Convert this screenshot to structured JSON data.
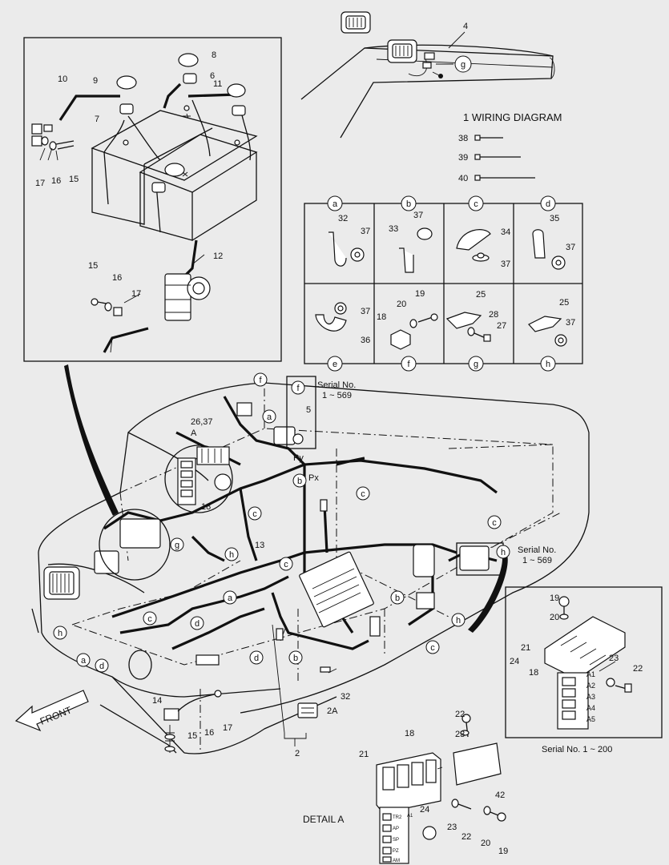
{
  "title": "1  WIRING DIAGRAM",
  "serial_labels": {
    "s1_label": "Serial No.",
    "s1_range": "1 ~ 569",
    "s2_label": "Serial No.",
    "s2_range": "1 ~ 569",
    "s3": "Serial No. 1 ~ 200"
  },
  "front_label": "FRONT",
  "detail_label": "DETAIL  A",
  "detail_letter": "A",
  "pins": {
    "py": "Py",
    "px": "Px"
  },
  "cable_ties": [
    "38",
    "39",
    "40"
  ],
  "detail_grid": [
    {
      "key": "a",
      "parts": [
        "32",
        "37"
      ]
    },
    {
      "key": "b",
      "parts": [
        "33",
        "37"
      ]
    },
    {
      "key": "c",
      "parts": [
        "34",
        "37"
      ]
    },
    {
      "key": "d",
      "parts": [
        "35",
        "37"
      ]
    },
    {
      "key": "e",
      "parts": [
        "37",
        "36"
      ]
    },
    {
      "key": "f",
      "parts": [
        "19",
        "20",
        "18"
      ]
    },
    {
      "key": "g",
      "parts": [
        "25",
        "28",
        "27"
      ]
    },
    {
      "key": "h",
      "parts": [
        "25",
        "37"
      ]
    }
  ],
  "battery_callouts": [
    "8",
    "6",
    "11",
    "10",
    "9",
    "7",
    "17",
    "16",
    "15",
    "12",
    "15",
    "16",
    "17"
  ],
  "top_callouts": [
    "4",
    "g"
  ],
  "main_callouts": [
    "f",
    "f",
    "5",
    "26,37",
    "a",
    "A",
    "c",
    "b",
    "c",
    "c",
    "18",
    "c",
    "13",
    "g",
    "h",
    "c",
    "h",
    "a",
    "d",
    "h",
    "a",
    "d",
    "d",
    "b",
    "b",
    "c",
    "h",
    "c",
    "32",
    "2A",
    "14",
    "15",
    "16",
    "17",
    "2"
  ],
  "fuse_callouts": [
    "19",
    "20",
    "21",
    "24",
    "18",
    "23",
    "22"
  ],
  "fuse_labels": [
    "A1",
    "A2",
    "A3",
    "A4",
    "A5"
  ],
  "detail_callouts": [
    "22",
    "23",
    "18",
    "21",
    "24",
    "42",
    "23",
    "22",
    "20",
    "19"
  ],
  "detail_relay_labels": [
    "TR2",
    "AP",
    "SP",
    "PZ",
    "AM"
  ],
  "detail_relay_header": "A1"
}
